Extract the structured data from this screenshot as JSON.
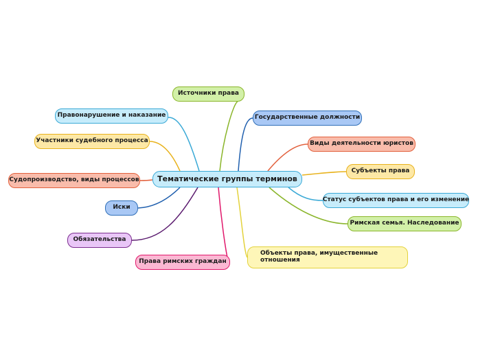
{
  "central": {
    "label": "Тематические группы терминов",
    "fill": "#c6ecfb",
    "border": "#3aa9d6"
  },
  "branches": [
    {
      "id": "sources",
      "label": "Источники права",
      "fill": "#d2f0a8",
      "border": "#8ab52a",
      "line": "#8ab52a"
    },
    {
      "id": "offense",
      "label": "Правонарушение и наказание",
      "fill": "#c6ecfb",
      "border": "#3aa9d6",
      "line": "#3aa9d6"
    },
    {
      "id": "state-positions",
      "label": "Государственные должности",
      "fill": "#a9c8f5",
      "border": "#2f6fb8",
      "line": "#1f5fae"
    },
    {
      "id": "participants",
      "label": "Участники судебного процесса",
      "fill": "#fde8a6",
      "border": "#e8b21c",
      "line": "#e8b21c"
    },
    {
      "id": "lawyer-activities",
      "label": "Виды деятельности юристов",
      "fill": "#f9bcab",
      "border": "#e2603c",
      "line": "#e2603c"
    },
    {
      "id": "legal-subjects",
      "label": "Субъекты права",
      "fill": "#fde8a6",
      "border": "#e8b21c",
      "line": "#e8b21c"
    },
    {
      "id": "proceedings",
      "label": "Судопроизводство, виды процессов",
      "fill": "#f9bcab",
      "border": "#e2603c",
      "line": "#e2603c"
    },
    {
      "id": "subject-status",
      "label": "Статус субъектов права и его изменение",
      "fill": "#c6ecfb",
      "border": "#3aa9d6",
      "line": "#3aa9d6"
    },
    {
      "id": "lawsuits",
      "label": "Иски",
      "fill": "#a9c8f5",
      "border": "#2f6fb8",
      "line": "#1f5fae"
    },
    {
      "id": "roman-family",
      "label": "Римская семья. Наследование",
      "fill": "#d2f0a8",
      "border": "#8ab52a",
      "line": "#8ab52a"
    },
    {
      "id": "obligations",
      "label": "Обязательства",
      "fill": "#e9c6f7",
      "border": "#7b2d8e",
      "line": "#5a1a6e"
    },
    {
      "id": "citizen-rights",
      "label": "Права римских граждан",
      "fill": "#fbb8d3",
      "border": "#e0186b",
      "line": "#e0186b"
    },
    {
      "id": "property-objects",
      "label": "Объекты права, имущественные отношения",
      "fill": "#fef6b8",
      "border": "#e3d23c",
      "line": "#e3d23c"
    }
  ]
}
